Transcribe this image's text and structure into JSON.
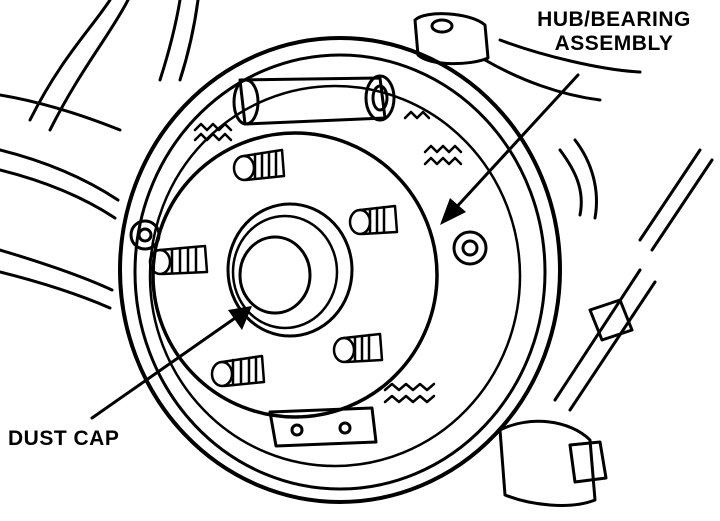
{
  "labels": {
    "hub_bearing_line1": "HUB/BEARING",
    "hub_bearing_line2": "ASSEMBLY",
    "dust_cap": "DUST CAP"
  },
  "colors": {
    "ink": "#000000",
    "paper": "#ffffff"
  }
}
